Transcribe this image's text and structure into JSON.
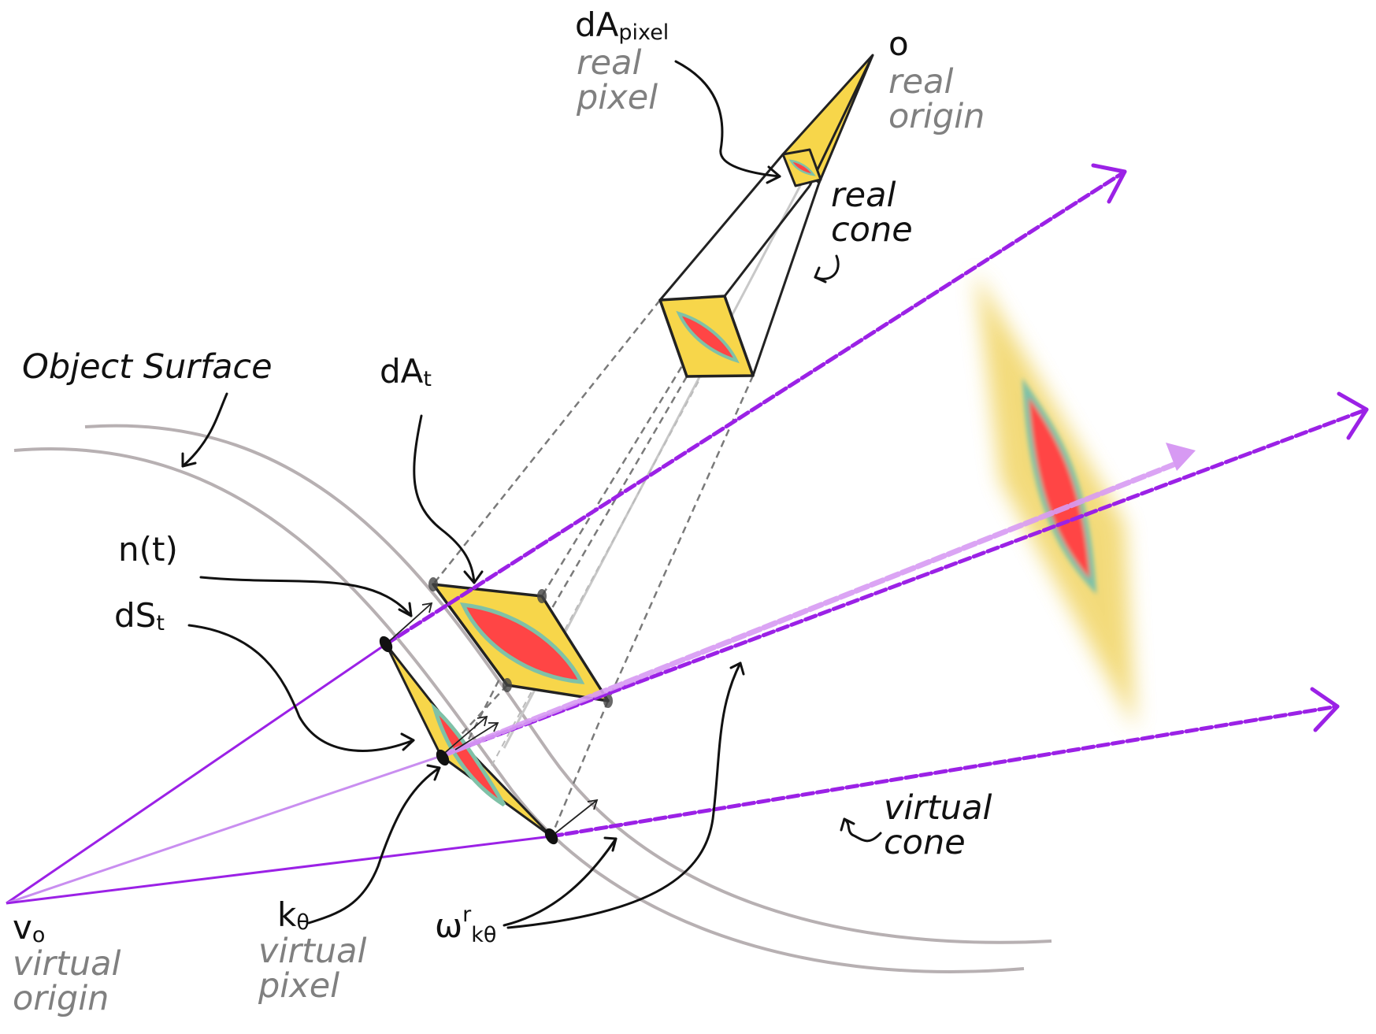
{
  "colors": {
    "ray": "#9b21e6",
    "ray_light": "#d79af3",
    "cone_fill": "#f7d64a",
    "footprint": "#ff4545",
    "footprint_edge": "#7fc1a7",
    "surface": "#b7b0b2",
    "outline": "#222222",
    "gray_text": "#808080"
  },
  "labels": {
    "o": "o",
    "real_origin": [
      "real",
      "origin"
    ],
    "dA_pixel": {
      "base": "dA",
      "sub": "pixel"
    },
    "real_pixel": [
      "real",
      "pixel"
    ],
    "real_cone": [
      "real",
      "cone"
    ],
    "object_surface": "Object Surface",
    "dA_t": {
      "base": "dA",
      "sub": "t"
    },
    "n_t": "n(t)",
    "dS_t": {
      "base": "dS",
      "sub": "t"
    },
    "v_o": {
      "base": "v",
      "sub": "o"
    },
    "virtual_origin": [
      "virtual",
      "origin"
    ],
    "k_theta": {
      "base": "k",
      "sub": "θ"
    },
    "virtual_pixel": [
      "virtual",
      "pixel"
    ],
    "omega": {
      "base": "ω",
      "sup": "r",
      "sub": "kθ"
    },
    "virtual_cone": [
      "virtual",
      "cone"
    ]
  }
}
